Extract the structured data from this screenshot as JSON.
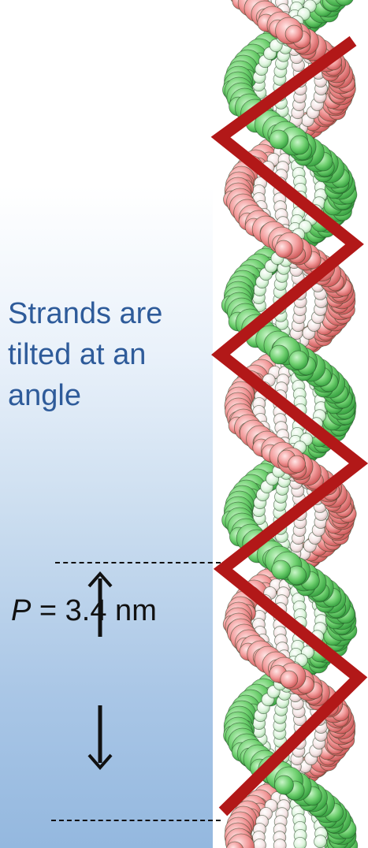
{
  "caption": "Strands are\ntilted at an\nangle",
  "pitch": {
    "symbol": "P",
    "text": "= 3.4 nm"
  },
  "colors": {
    "strand_line": "#b21818",
    "helix_green": "#5fca5f",
    "helix_pink": "#ef8b8b",
    "caption_text": "#2e5b9a",
    "panel_bottom": "#94b8df"
  },
  "icons": [
    "dna-double-helix",
    "arrow-up-icon",
    "arrow-down-icon"
  ]
}
